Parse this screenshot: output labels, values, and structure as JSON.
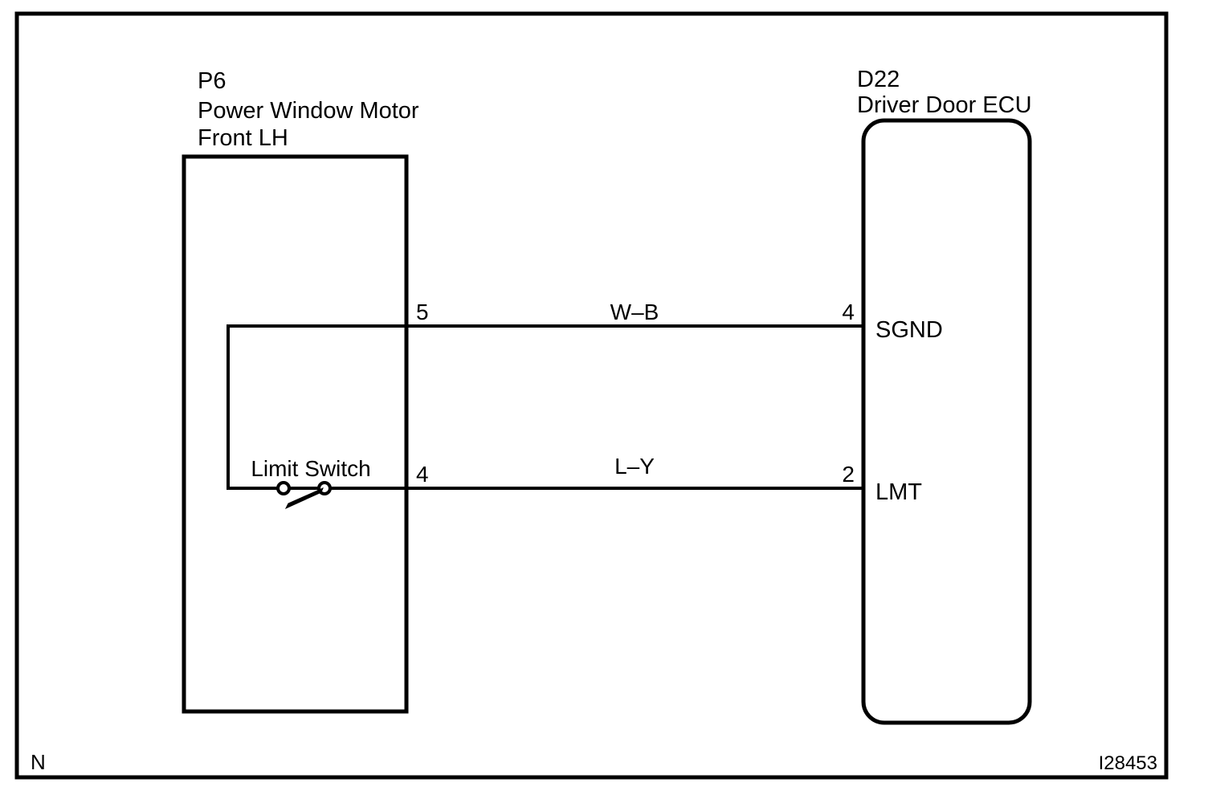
{
  "diagram": {
    "frame_corner_label": "N",
    "figure_code": "I28453",
    "line_color": "#000000",
    "background_color": "#ffffff",
    "left_component": {
      "connector_id": "P6",
      "name_line1": "Power Window Motor",
      "name_line2": "Front LH",
      "internal_switch_label": "Limit Switch",
      "pins": [
        {
          "number": "5",
          "signal": ""
        },
        {
          "number": "4",
          "signal": ""
        }
      ]
    },
    "right_component": {
      "connector_id": "D22",
      "name": "Driver Door ECU",
      "pins": [
        {
          "number": "4",
          "signal": "SGND"
        },
        {
          "number": "2",
          "signal": "LMT"
        }
      ]
    },
    "wires": [
      {
        "color_code": "W–B",
        "from_pin": "5",
        "to_pin": "4",
        "to_signal": "SGND"
      },
      {
        "color_code": "L–Y",
        "from_pin": "4",
        "to_pin": "2",
        "to_signal": "LMT"
      }
    ]
  }
}
